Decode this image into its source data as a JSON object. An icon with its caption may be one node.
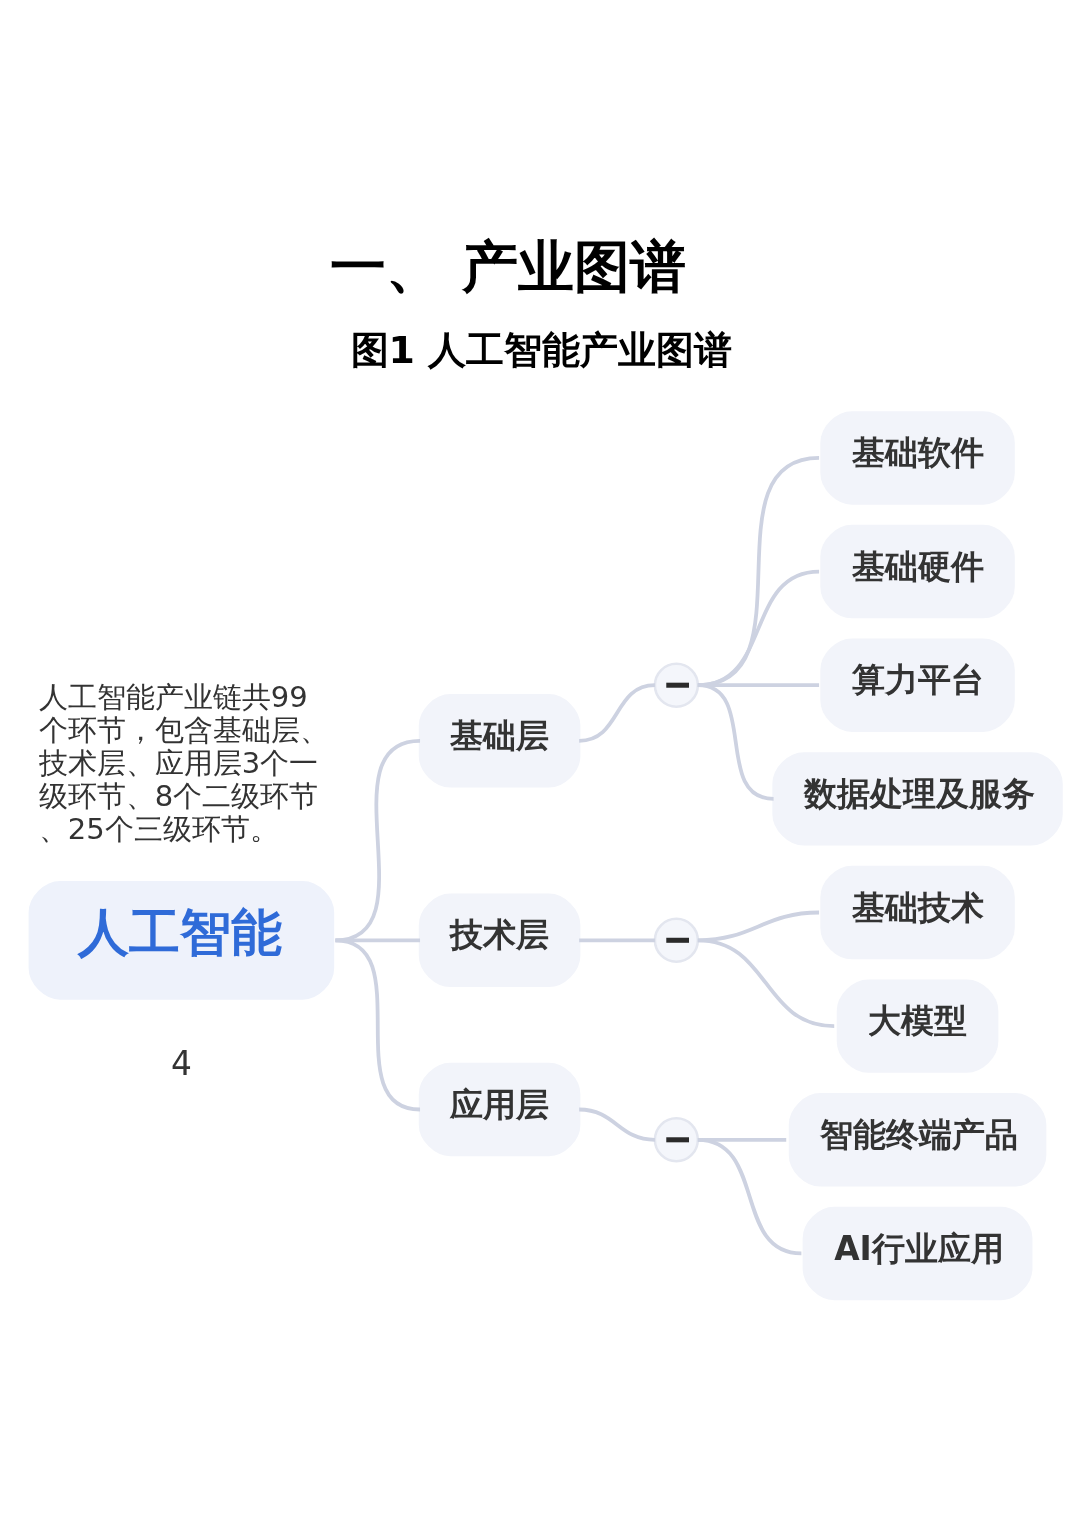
{
  "diagram": {
    "title": "一、 产业图谱",
    "caption": "图1 人工智能产业图谱",
    "nodes": [
      {
        "text": [
          "人工智能"
        ]
      },
      {
        "text": [
          "基础层"
        ]
      },
      {
        "text": [],
        "shape": "circle"
      },
      {
        "text": [
          "基础软件"
        ]
      },
      {
        "text": [
          "基础硬件"
        ]
      },
      {
        "text": [
          "算力平台"
        ]
      },
      {
        "text": [
          "数据处理及服务"
        ]
      },
      {
        "text": [
          "技术层"
        ]
      },
      {
        "text": [],
        "shape": "circle"
      },
      {
        "text": [
          "基础技术"
        ]
      },
      {
        "text": [
          "大模型"
        ]
      },
      {
        "text": [
          "应用层"
        ]
      },
      {
        "text": [],
        "shape": "circle"
      },
      {
        "text": [
          "智能终端产品"
        ]
      },
      {
        "text": [
          "AI行业应用"
        ]
      }
    ],
    "edges": [
      {
        "from": 0,
        "to": 1,
        "arrow": "none"
      },
      {
        "from": 1,
        "to": 2,
        "arrow": "none"
      },
      {
        "from": 2,
        "to": 3,
        "arrow": "none"
      },
      {
        "from": 2,
        "to": 4,
        "arrow": "none"
      },
      {
        "from": 2,
        "to": 5,
        "arrow": "none"
      },
      {
        "from": 2,
        "to": 6,
        "arrow": "none"
      },
      {
        "from": 0,
        "to": 7,
        "arrow": "none"
      },
      {
        "from": 7,
        "to": 8,
        "arrow": "none"
      },
      {
        "from": 8,
        "to": 9,
        "arrow": "none"
      },
      {
        "from": 8,
        "to": 10,
        "arrow": "none"
      },
      {
        "from": 0,
        "to": 11,
        "arrow": "none"
      },
      {
        "from": 11,
        "to": 12,
        "arrow": "none"
      },
      {
        "from": 12,
        "to": 13,
        "arrow": "none"
      },
      {
        "from": 12,
        "to": 14,
        "arrow": "none"
      }
    ],
    "labels": [
      "人工智能产业链共99个环节，包含基础层、技术层、应用层3个一级环节、8个二级环节、25个三级环节。",
      "4"
    ]
  }
}
